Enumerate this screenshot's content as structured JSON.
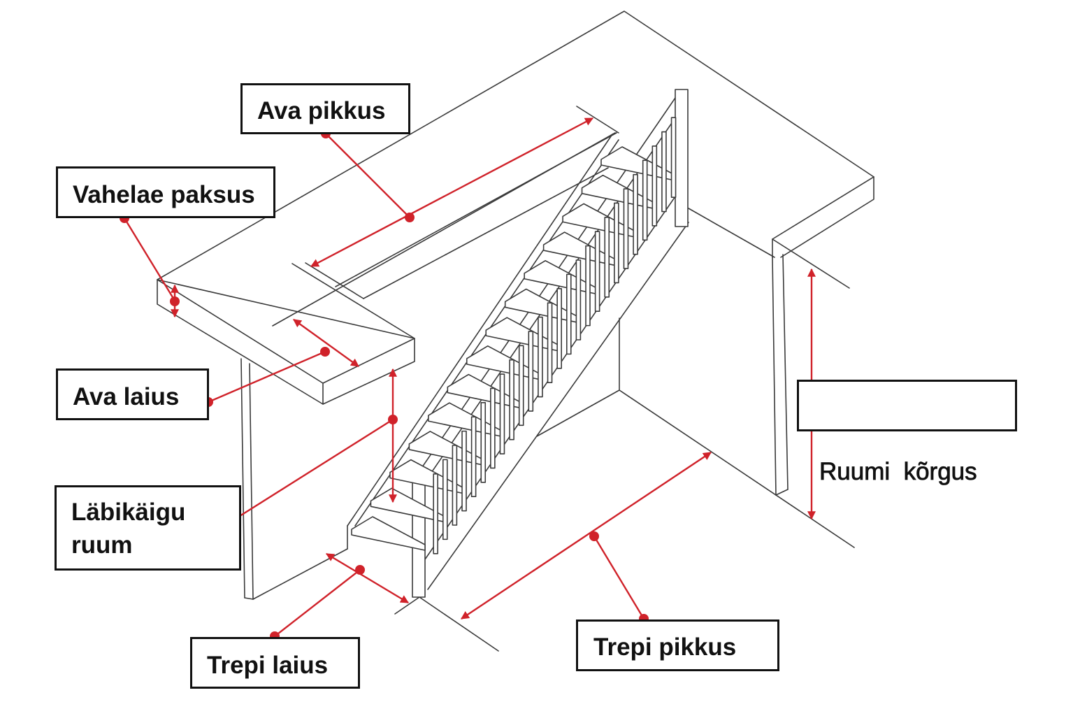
{
  "diagram": {
    "title": "Trepi mõõtmed",
    "type": "isometric stair measurement diagram",
    "accent_color": "#d0222a",
    "line_color": "#3a3a3a",
    "labels": {
      "ava_pikkus": "Ava pikkus",
      "vahelae_paksus": "Vahelae paksus",
      "ava_laius": "Ava laius",
      "labikaigu_ruum_line1": "Läbikäigu",
      "labikaigu_ruum_line2": "ruum",
      "ruumi_korgus": "Ruumi  kõrgus",
      "trepi_laius": "Trepi laius",
      "trepi_pikkus": "Trepi pikkus"
    },
    "measurements": [
      {
        "id": "ava_pikkus",
        "meaning": "opening length"
      },
      {
        "id": "vahelae_paksus",
        "meaning": "floor slab thickness"
      },
      {
        "id": "ava_laius",
        "meaning": "opening width"
      },
      {
        "id": "labikaigu_ruum",
        "meaning": "headroom"
      },
      {
        "id": "ruumi_korgus",
        "meaning": "room height"
      },
      {
        "id": "trepi_laius",
        "meaning": "stair width"
      },
      {
        "id": "trepi_pikkus",
        "meaning": "stair length"
      }
    ],
    "stair": {
      "step_count": 14
    }
  }
}
